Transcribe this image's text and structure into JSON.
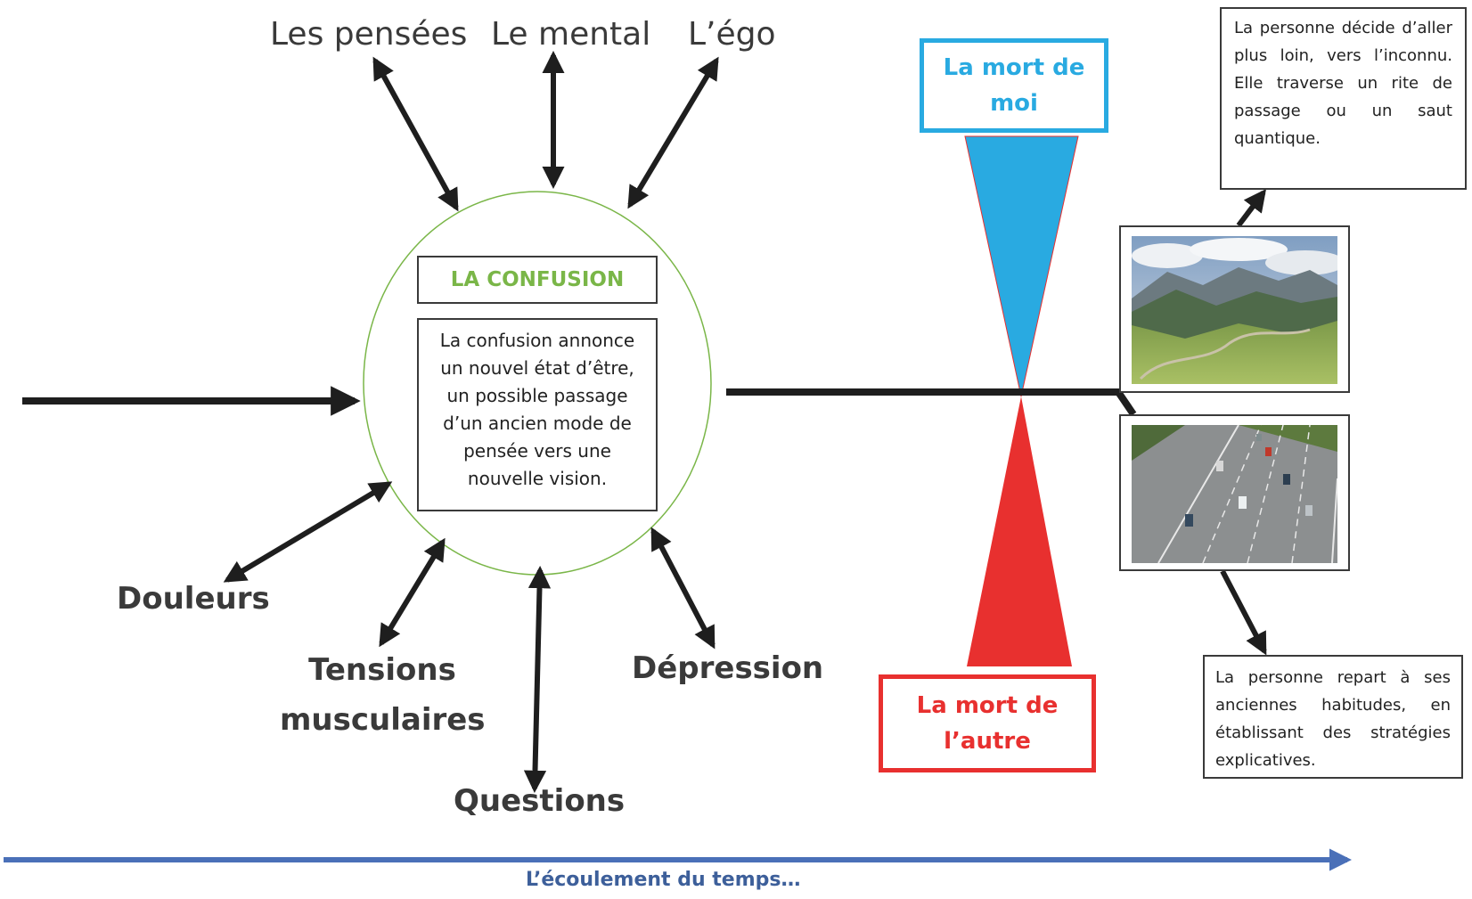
{
  "top_labels": {
    "thoughts": "Les pensées",
    "mind": "Le mental",
    "ego": "L’égo"
  },
  "center": {
    "title": "LA CONFUSION",
    "description": "La confusion annonce un nouvel état d’être, un possible passage d’un ancien mode de pensée vers une nouvelle vision."
  },
  "bottom_labels": {
    "pain": "Douleurs",
    "tensions": "Tensions musculaires",
    "questions": "Questions",
    "depression": "Dépression"
  },
  "hourglass": {
    "death_of_self": "La mort de moi",
    "death_of_other": "La mort de l’autre"
  },
  "outcomes": {
    "forward_note": "La personne décide d’aller plus loin, vers l’inconnu. Elle traverse un rite de passage ou un saut quantique.",
    "back_note": "La personne repart à ses anciennes habitudes, en établissant des stratégies explicatives."
  },
  "timeline_label": "L’écoulement du temps…",
  "colors": {
    "circle": "#7ab648",
    "title_green": "#7ab648",
    "blue": "#29aae1",
    "red": "#e8302f",
    "timeline": "#4a70b8",
    "arrows": "#1e1e1e"
  }
}
